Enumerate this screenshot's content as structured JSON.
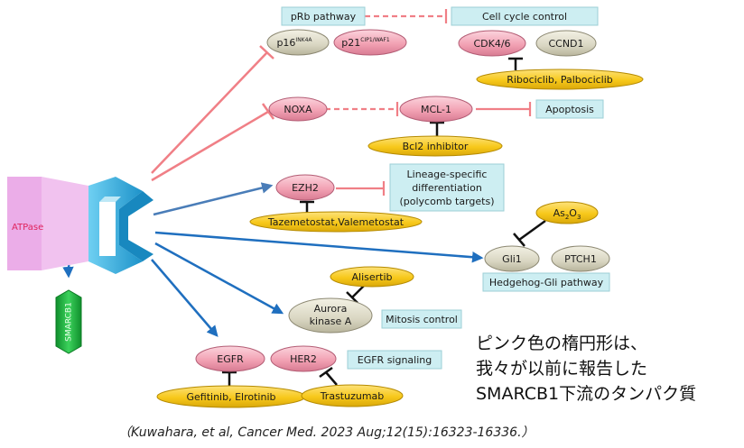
{
  "complex": {
    "atpase_label": "ATPase",
    "smarcb1_label": "SMARCB1"
  },
  "boxes": {
    "prb": "pRb pathway",
    "cell_cycle": "Cell cycle control",
    "apoptosis": "Apoptosis",
    "lineage_1": "Lineage-specific",
    "lineage_2": "differentiation",
    "lineage_3": "(polycomb targets)",
    "hedgehog": "Hedgehog-Gli pathway",
    "mitosis": "Mitosis control",
    "egfr_signaling": "EGFR signaling"
  },
  "nodes": {
    "p16": {
      "base": "p16",
      "sup": "INK4A"
    },
    "p21": {
      "base": "p21",
      "sup": "CIP1/WAF1"
    },
    "cdk46": "CDK4/6",
    "ccnd1": "CCND1",
    "noxa": "NOXA",
    "mcl1": "MCL-1",
    "ezh2": "EZH2",
    "gli1": "Gli1",
    "ptch1": "PTCH1",
    "aurora_1": "Aurora",
    "aurora_2": "kinase A",
    "egfr": "EGFR",
    "her2": "HER2"
  },
  "drugs": {
    "ribociclib": "Ribociclib, Palbociclib",
    "bcl2": "Bcl2 inhibitor",
    "tazemetostat": "Tazemetostat,Valemetostat",
    "as2o3": {
      "a": "As",
      "sub2": "2",
      "o": "O",
      "sub3": "3"
    },
    "alisertib": "Alisertib",
    "gefitinib": "Gefitinib, Elrotinib",
    "trastuzumab": "Trastuzumab"
  },
  "note": {
    "line1": "ピンク色の楕円形は、",
    "line2": "我々が以前に報告した",
    "line3": "SMARCB1下流のタンパク質"
  },
  "citation": "（Kuwahara, et al, Cancer Med. 2023 Aug;12(15):16323-16336.）",
  "colors": {
    "pink_node": "#f2a2b4",
    "grey_node": "#d9d6c2",
    "drug": "#f7c81a",
    "box": "#cdeef2",
    "inhibit_line": "#f07f86",
    "arrow_line": "#1f6fbf",
    "atpase": "#e9a4e6",
    "complex_blue": "#2aa8dc",
    "smarcb1": "#2dbb4a"
  }
}
